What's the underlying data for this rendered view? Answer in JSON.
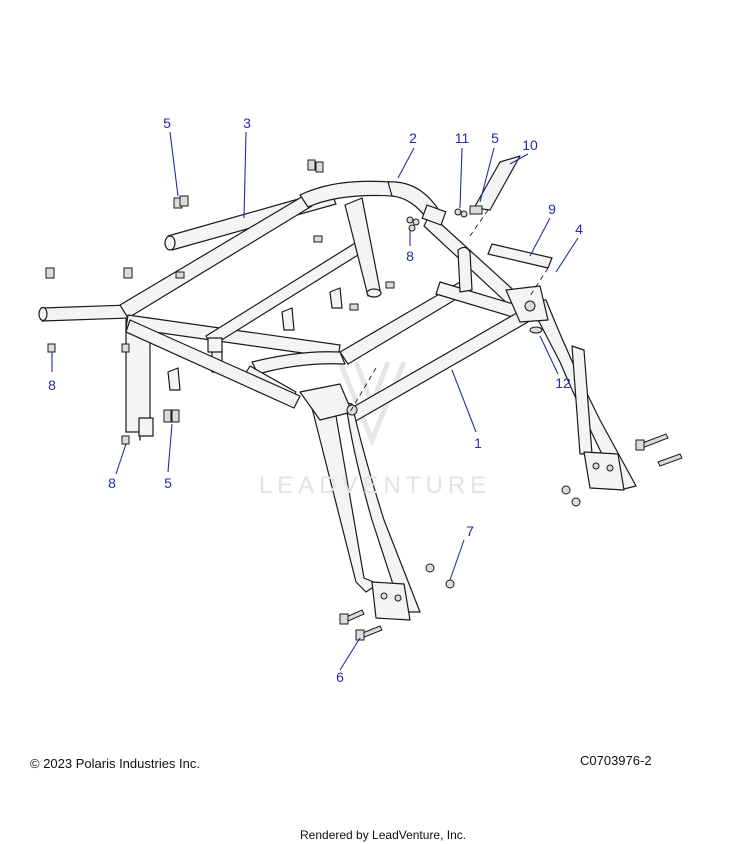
{
  "callouts": [
    {
      "id": "c5a",
      "text": "5"
    },
    {
      "id": "c3",
      "text": "3"
    },
    {
      "id": "c2",
      "text": "2"
    },
    {
      "id": "c11",
      "text": "11"
    },
    {
      "id": "c5b",
      "text": "5"
    },
    {
      "id": "c10",
      "text": "10"
    },
    {
      "id": "c9",
      "text": "9"
    },
    {
      "id": "c4",
      "text": "4"
    },
    {
      "id": "c8a",
      "text": "8"
    },
    {
      "id": "c8b",
      "text": "8"
    },
    {
      "id": "c12",
      "text": "12"
    },
    {
      "id": "c1",
      "text": "1"
    },
    {
      "id": "c8c",
      "text": "8"
    },
    {
      "id": "c5c",
      "text": "5"
    },
    {
      "id": "c7",
      "text": "7"
    },
    {
      "id": "c6",
      "text": "6"
    }
  ],
  "watermark": "LEADVENTURE",
  "copyright": "© 2023 Polaris Industries Inc.",
  "figure_code": "C0703976-2",
  "rendered_by": "Rendered by LeadVenture, Inc.",
  "colors": {
    "callout": "#1f2fa8",
    "line": "#1a1a1a",
    "watermark": "#e3e3e3"
  }
}
